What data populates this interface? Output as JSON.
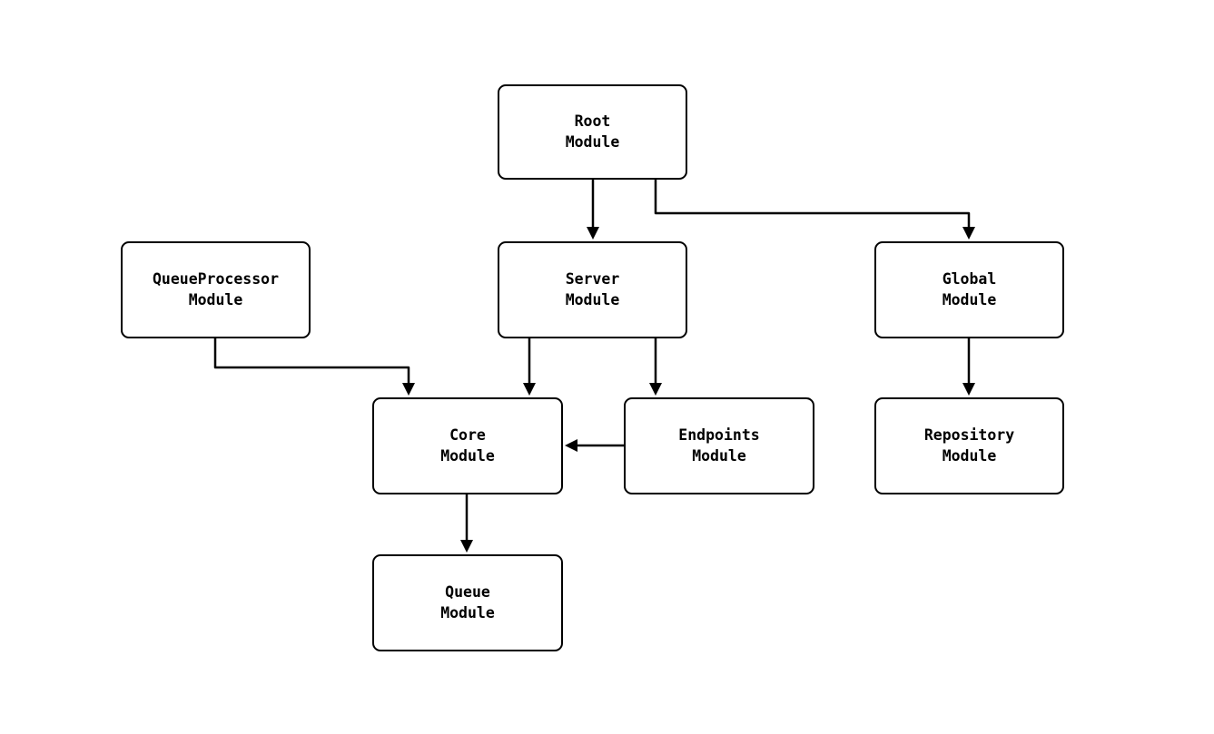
{
  "diagram": {
    "type": "flowchart",
    "direction": "top-down",
    "colors": {
      "node_fill": "#ffffff",
      "node_stroke": "#000000",
      "edge_stroke": "#000000",
      "text": "#000000",
      "background": "#ffffff"
    },
    "nodes": {
      "root": {
        "label": "Root\nModule"
      },
      "queueprocessor": {
        "label": "QueueProcessor\nModule"
      },
      "server": {
        "label": "Server\nModule"
      },
      "global": {
        "label": "Global\nModule"
      },
      "core": {
        "label": "Core\nModule"
      },
      "endpoints": {
        "label": "Endpoints\nModule"
      },
      "repository": {
        "label": "Repository\nModule"
      },
      "queue": {
        "label": "Queue\nModule"
      }
    },
    "edges": [
      {
        "from": "Root Module",
        "to": "Server Module"
      },
      {
        "from": "Root Module",
        "to": "Global Module"
      },
      {
        "from": "QueueProcessor Module",
        "to": "Core Module"
      },
      {
        "from": "Server Module",
        "to": "Core Module"
      },
      {
        "from": "Server Module",
        "to": "Endpoints Module"
      },
      {
        "from": "Global Module",
        "to": "Repository Module"
      },
      {
        "from": "Endpoints Module",
        "to": "Core Module"
      },
      {
        "from": "Core Module",
        "to": "Queue Module"
      }
    ]
  }
}
